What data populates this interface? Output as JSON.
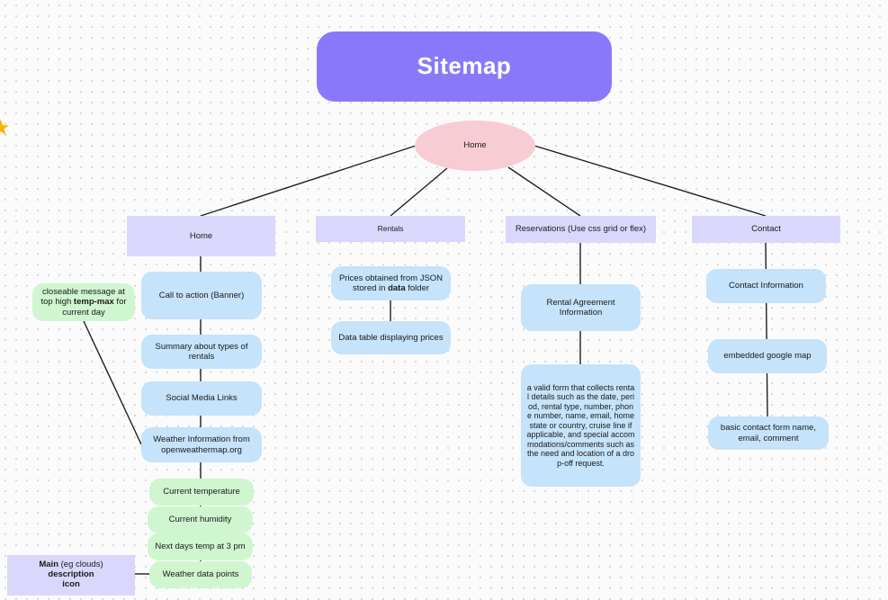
{
  "diagram": {
    "title": "Sitemap",
    "root": "Home",
    "columns": {
      "home": {
        "header": "Home",
        "items": [
          "Call to action (Banner)",
          "Summary about types of rentals",
          "Social Media Links",
          "Weather Information from openweathermap.org"
        ],
        "weather_items": [
          "Current temperature",
          "Current humidity",
          "Next days temp at 3 pm",
          "Weather data points"
        ],
        "message": {
          "pre": "closeable message at top high ",
          "bold": "temp-max",
          "post": " for current day"
        },
        "data_points": {
          "main_bold": "Main",
          "main_rest": " (eg clouds)",
          "description": "description",
          "icon": "icon"
        }
      },
      "rentals": {
        "header": "Rentals",
        "prices": {
          "pre": "Prices obtained from JSON stored in ",
          "bold": "data",
          "post": " folder"
        },
        "table": "Data table displaying prices"
      },
      "reservations": {
        "header": "Reservations (Use css grid or flex)",
        "agreement": "Rental Agreement Information",
        "form": "a valid form that collects rental details such as the date, period, rental type, number, phone number, name, email, home state or country, cruise line if applicable, and special accommodations/comments such as the need and location of a drop-off request."
      },
      "contact": {
        "header": "Contact",
        "items": [
          "Contact Information",
          "embedded google map",
          "basic contact form name, email, comment"
        ]
      }
    }
  },
  "colors": {
    "title_bg": "#8a78fb",
    "root_bg": "#f8ccd3",
    "header_bg": "#d9d8fc",
    "node_bg": "#c5e3fa",
    "weather_bg": "#cff6cf",
    "line": "#1f1f1f",
    "star": "#f6b400"
  },
  "icons": {
    "corner": "star-icon"
  }
}
